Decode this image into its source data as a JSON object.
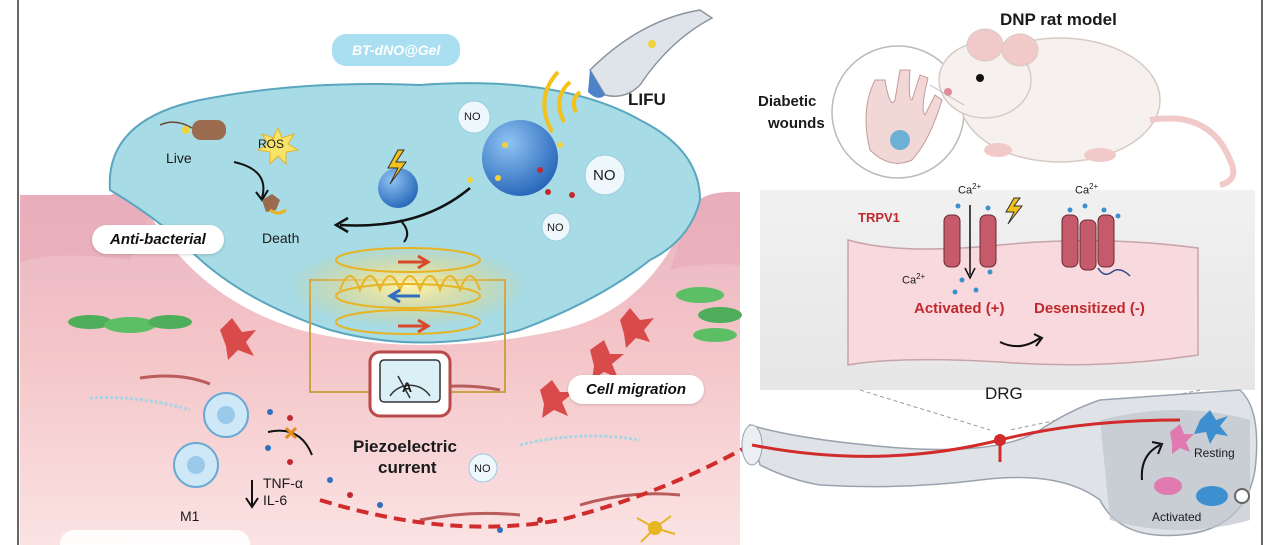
{
  "title_tag": "BT-dNO@Gel",
  "lifu": "LIFU",
  "live": "Live",
  "ros": "ROS",
  "death": "Death",
  "no_labels": [
    "NO",
    "NO",
    "NO",
    "NO"
  ],
  "anti_bacterial": "Anti-bacterial",
  "cell_migration": "Cell migration",
  "piezo_line1": "Piezoelectric",
  "piezo_line2": "current",
  "ammeter": "A",
  "m1": "M1",
  "tnf": "TNF-α",
  "il6": "IL-6",
  "dnp_title": "DNP rat model",
  "diabetic_line1": "Diabetic",
  "diabetic_line2": "wounds",
  "trpv1": "TRPV1",
  "ca_label": "Ca",
  "ca_sup": "2+",
  "activated_plus": "Activated (+)",
  "desensitized_minus": "Desensitized (-)",
  "drg": "DRG",
  "resting": "Resting",
  "activated": "Activated",
  "colors": {
    "gel": "#a7dbe6",
    "skin": "#f6c9c9",
    "accent_red": "#c0292e",
    "coil": "#e7b423"
  }
}
